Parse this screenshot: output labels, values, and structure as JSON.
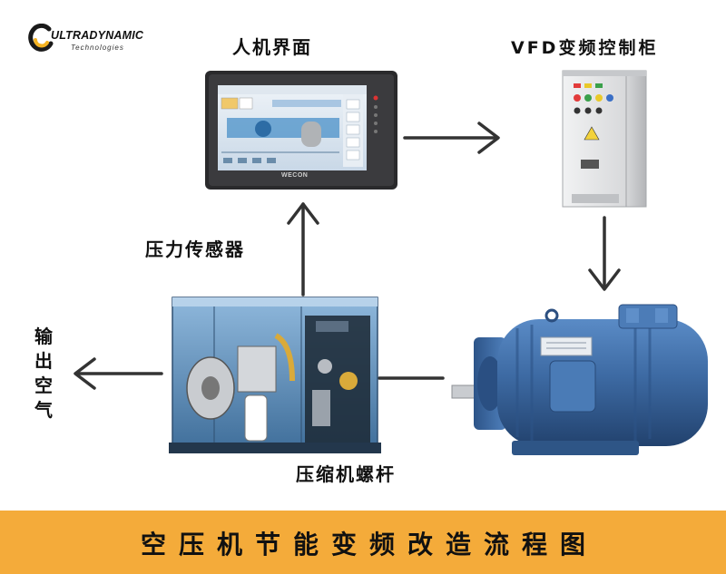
{
  "logo": {
    "brand": "ULTRADYNAMIC",
    "sub": "Technologies"
  },
  "nodes": {
    "hmi": "人机界面",
    "vfd": "VFD变频控制柜",
    "sensor": "压力传感器",
    "screw": "压缩机螺杆",
    "output": [
      "输",
      "出",
      "空",
      "气"
    ]
  },
  "hmi_screen_brand": "WECON",
  "banner": {
    "title": "空压机节能变频改造流程图"
  },
  "colors": {
    "banner": "#f4ab3a",
    "motor": "#3f6fa8",
    "cabinet": "#d9dadc",
    "arrow": "#333333",
    "logo_accent": "#f5b321"
  }
}
